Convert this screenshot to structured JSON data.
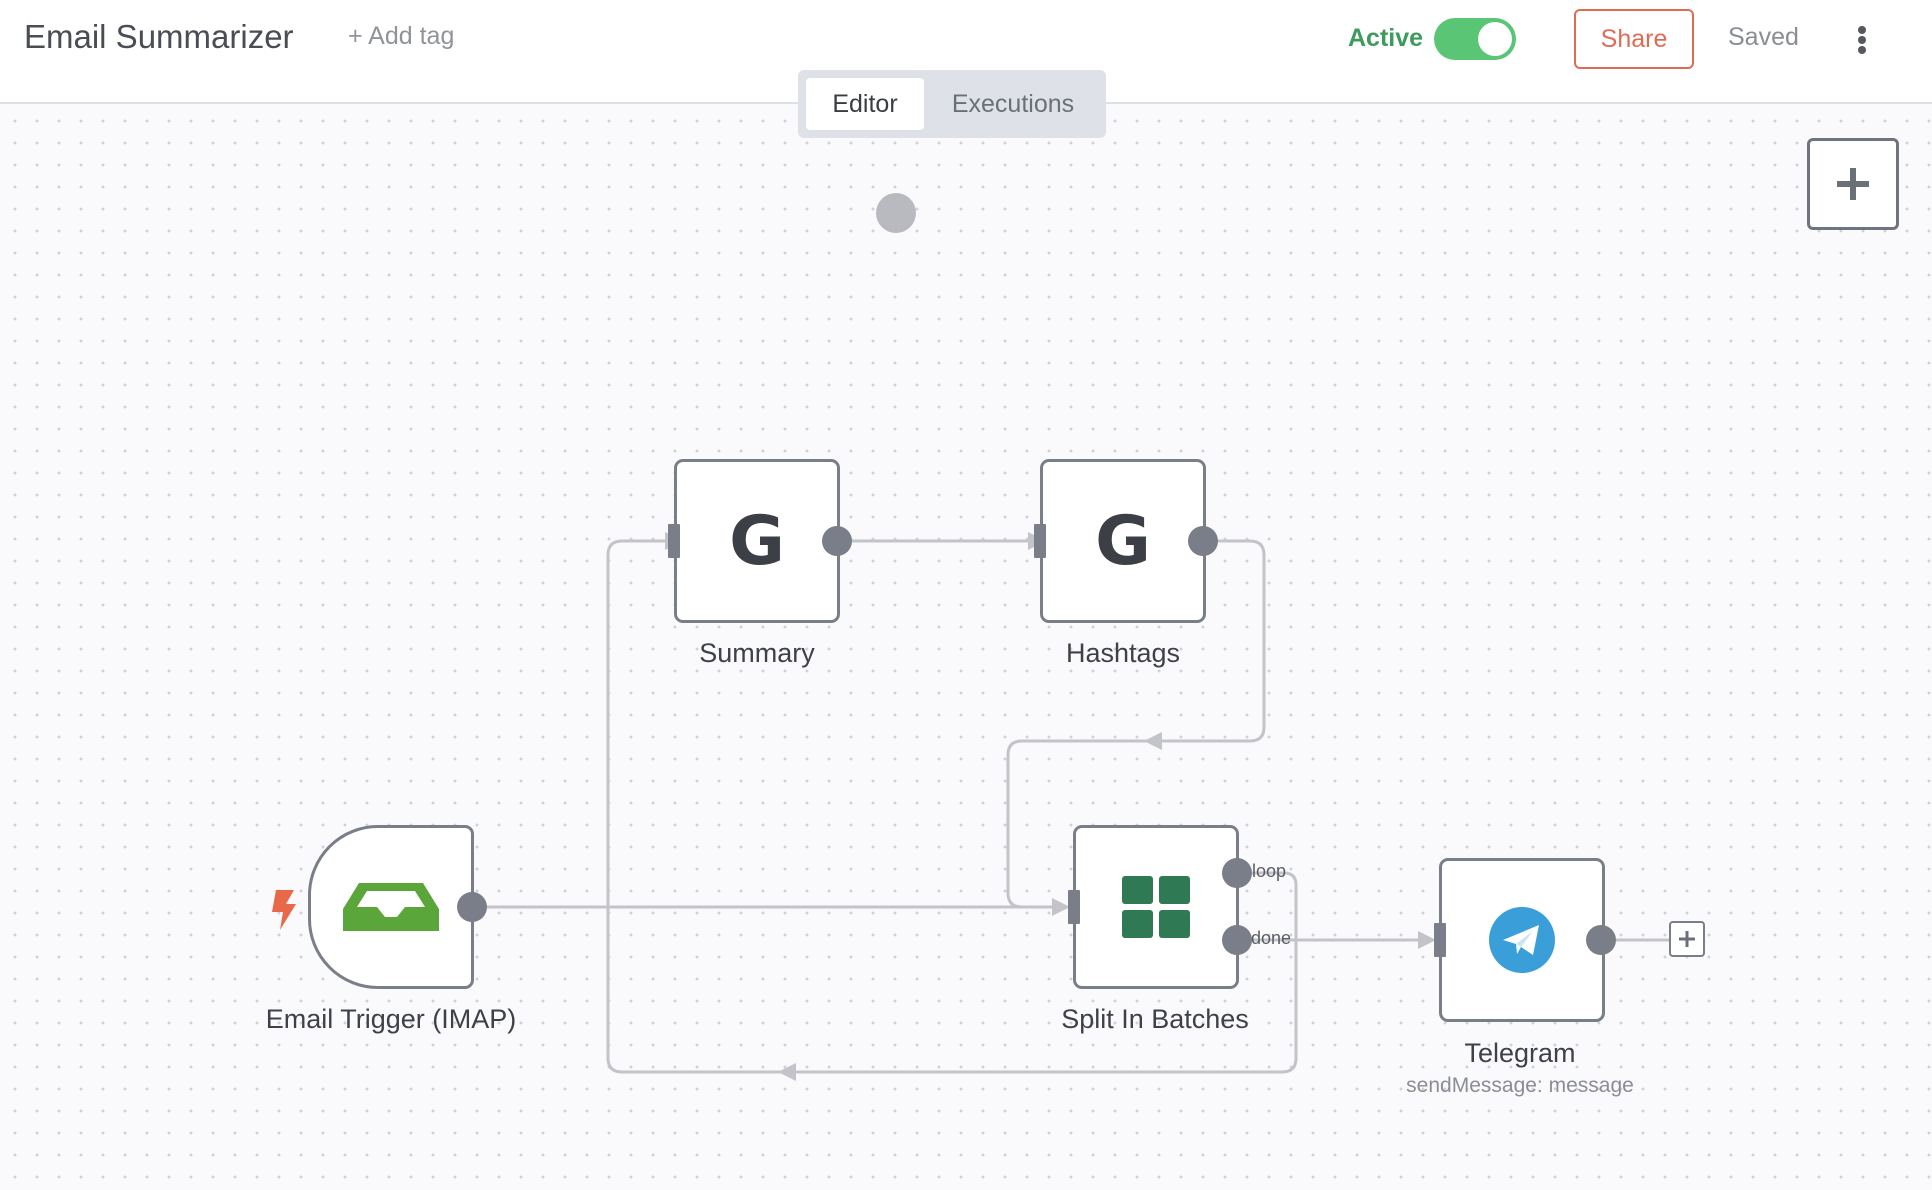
{
  "header": {
    "workflow_title": "Email Summarizer",
    "add_tag_label": "+ Add tag",
    "active_label": "Active",
    "active_state": true,
    "share_label": "Share",
    "saved_label": "Saved"
  },
  "tabs": [
    {
      "label": "Editor",
      "selected": true
    },
    {
      "label": "Executions",
      "selected": false
    }
  ],
  "nodes": {
    "email_trigger": {
      "label": "Email Trigger (IMAP)",
      "icon": "inbox-icon"
    },
    "summary": {
      "label": "Summary",
      "icon_glyph": "G"
    },
    "hashtags": {
      "label": "Hashtags",
      "icon_glyph": "G"
    },
    "split_in_batches": {
      "label": "Split In Batches",
      "icon": "grid-icon",
      "ports": [
        "loop",
        "done"
      ]
    },
    "telegram": {
      "label": "Telegram",
      "subtitle": "sendMessage: message",
      "icon": "telegram-icon"
    }
  },
  "colors": {
    "accent_green": "#5ac575",
    "share_red": "#e06b55",
    "trigger_green": "#5aa63a",
    "batches_green": "#2f7a55",
    "telegram_blue": "#3a9fd9",
    "trigger_bolt": "#e8694a"
  }
}
